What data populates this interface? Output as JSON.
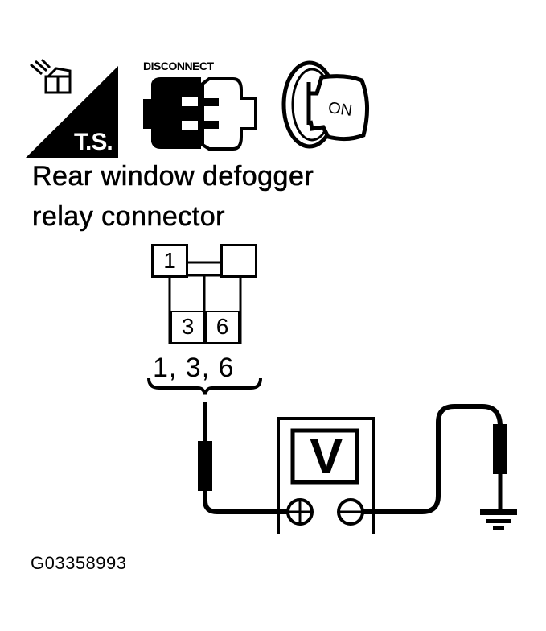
{
  "icons": {
    "troubleshooting": {
      "name": "troubleshooting-icon",
      "label": "T.S."
    },
    "disconnect": {
      "name": "disconnect-connector-icon",
      "label": "DISCONNECT"
    },
    "ignition": {
      "name": "ignition-key-on-icon",
      "label": "ON"
    }
  },
  "title": {
    "line1": "Rear window defogger",
    "line2": "relay connector"
  },
  "connector": {
    "pins": [
      {
        "label": "1",
        "position": "top-left"
      },
      {
        "label": "",
        "position": "top-right"
      },
      {
        "label": "",
        "position": "middle-left"
      },
      {
        "label": "",
        "position": "middle-right"
      },
      {
        "label": "3",
        "position": "bottom-left"
      },
      {
        "label": "6",
        "position": "bottom-right"
      }
    ],
    "test_pins_label": "1, 3, 6"
  },
  "meter": {
    "display": "V",
    "positive_terminal": "+",
    "negative_terminal": "−"
  },
  "ground": {
    "name": "ground-symbol"
  },
  "figure_id": "G03358993"
}
